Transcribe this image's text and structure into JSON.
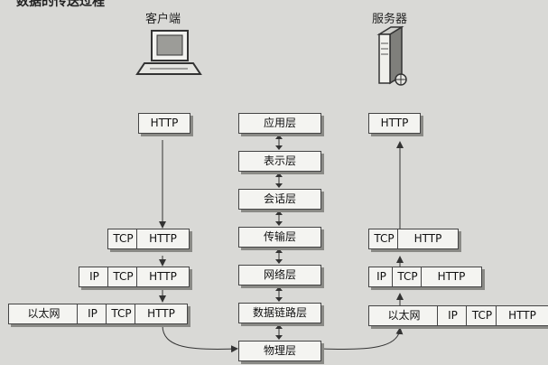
{
  "header": {
    "partial_text": "数据的传送过程"
  },
  "client": {
    "label": "客户端",
    "icon": "computer-icon"
  },
  "server": {
    "label": "服务器",
    "icon": "server-icon"
  },
  "osi_stack": [
    "应用层",
    "表示层",
    "会话层",
    "传输层",
    "网络层",
    "数据链路层",
    "物理层"
  ],
  "client_stack": [
    {
      "row": "http",
      "cells": [
        "HTTP"
      ]
    },
    {
      "row": "tcp",
      "cells": [
        "TCP",
        "HTTP"
      ]
    },
    {
      "row": "ip",
      "cells": [
        "IP",
        "TCP",
        "HTTP"
      ]
    },
    {
      "row": "ethernet",
      "cells": [
        "以太网",
        "IP",
        "TCP",
        "HTTP"
      ]
    }
  ],
  "server_stack": [
    {
      "row": "http",
      "cells": [
        "HTTP"
      ]
    },
    {
      "row": "tcp",
      "cells": [
        "TCP",
        "HTTP"
      ]
    },
    {
      "row": "ip",
      "cells": [
        "IP",
        "TCP",
        "HTTP"
      ]
    },
    {
      "row": "ethernet",
      "cells": [
        "以太网",
        "IP",
        "TCP",
        "HTTP"
      ]
    }
  ],
  "colors": {
    "box_fill": "#f4f4f1",
    "box_border": "#444444",
    "shadow": "#8a8a86",
    "arrow": "#333333",
    "background": "#d9d9d6"
  }
}
